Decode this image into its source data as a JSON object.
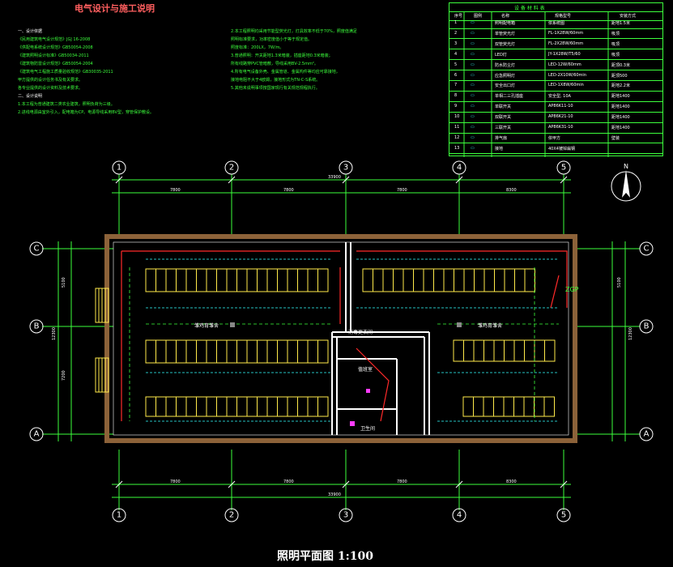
{
  "notes": {
    "title": "电气设计与施工说明",
    "left_lines": [
      "一、设计依据",
      "《民用建筑电气设计规范》JGJ 16-2008",
      "《供配电系统设计规范》GB50054-2008",
      "《建筑照明设计标准》GB50034-2011",
      "《建筑物防雷设计规范》GB50054-2004",
      "《建筑电气工程施工质量验收规范》GB30035-2011",
      "甲方提供的设计任务书及有关要求。",
      "各专业提供的设计资料及技术要求。",
      "二、设计说明",
      "1.本工程为普通建筑二类农业建筑，照明负荷为三级。",
      "2.进线电源由室外引入，配电箱为CP。电源导线采用BV型，穿管保护敷设。"
    ],
    "mid_lines": [
      "2.本工程照明均采用节能型荧光灯，灯具效率不低于70%，照度值满足",
      "照明标准要求，功率密度值小于等于规定值。",
      "照度标准：200LX，7W/m。",
      "3.普通照明：开关距地1.3米暗装，插座距地0.3米暗装；",
      "所有线路穿PVC管暗敷，导线采用BV-2.5mm²。",
      "4.所有电气设备外壳、金属管道、金属构件等均应可靠接地，",
      "接地电阻不大于4欧姆，接地形式为TN-C-S系统。",
      "5.其他未说明事项按国家现行有关规范规程执行。"
    ]
  },
  "legend": {
    "title": "设 备 材 料 表",
    "headers": [
      "序号",
      "图例",
      "名称",
      "规格型号",
      "安装方式"
    ],
    "rows": [
      [
        "1",
        "",
        "照明配电箱",
        "依系统图",
        "距地1.5米"
      ],
      [
        "2",
        "",
        "单管荧光灯",
        "FL-1X28W/60mm",
        "吸顶"
      ],
      [
        "3",
        "",
        "双管荧光灯",
        "FL-2X28W/60mm",
        "吸顶"
      ],
      [
        "4",
        "",
        "LED灯",
        "JY-1X28W/T5/60",
        "吸顶"
      ],
      [
        "5",
        "",
        "防水防尘灯",
        "LED-12W/60mm",
        "距顶0.3米"
      ],
      [
        "6",
        "",
        "应急照明灯",
        "LED-2X10W/60min",
        "距顶500"
      ],
      [
        "7",
        "",
        "安全出口灯",
        "LED-1X8W/60min",
        "距地2.2米"
      ],
      [
        "8",
        "",
        "单相二三孔插座",
        "安全型, 10A",
        "距地1400"
      ],
      [
        "9",
        "",
        "单联开关",
        "AP86K11-10",
        "距地1400"
      ],
      [
        "10",
        "",
        "双联开关",
        "AP86K21-10",
        "距地1400"
      ],
      [
        "11",
        "",
        "三联开关",
        "AP86K31-10",
        "距地1400"
      ],
      [
        "12",
        "",
        "排气扇",
        "依甲方",
        "壁装"
      ],
      [
        "13",
        "",
        "接地",
        "40X4镀锌扁钢",
        ""
      ]
    ]
  },
  "plan": {
    "title": "照明平面图  1:100",
    "total_dim": "33900",
    "span_dims": [
      "7800",
      "7800",
      "7800",
      "8300"
    ],
    "height_dim": "12300",
    "left_dims": [
      "5100",
      "7200"
    ],
    "room_labels": {
      "left": "雏鸡育雏舍",
      "right": "雏鸡育雏舍",
      "corridor": "消毒更衣间",
      "duty": "值班室",
      "toilet": "卫生间"
    },
    "panel_label": "ZGP",
    "col_axes": [
      "1",
      "2",
      "3",
      "4",
      "5"
    ],
    "row_axes": [
      "C",
      "B",
      "A"
    ],
    "north": "N"
  },
  "colors": {
    "wall": "#8c6239",
    "wire_red": "#ff2a2a",
    "wire_cyan": "#3ff",
    "green": "#3cff3c",
    "yellow": "#ffea4a",
    "magenta": "#ff3cff"
  }
}
